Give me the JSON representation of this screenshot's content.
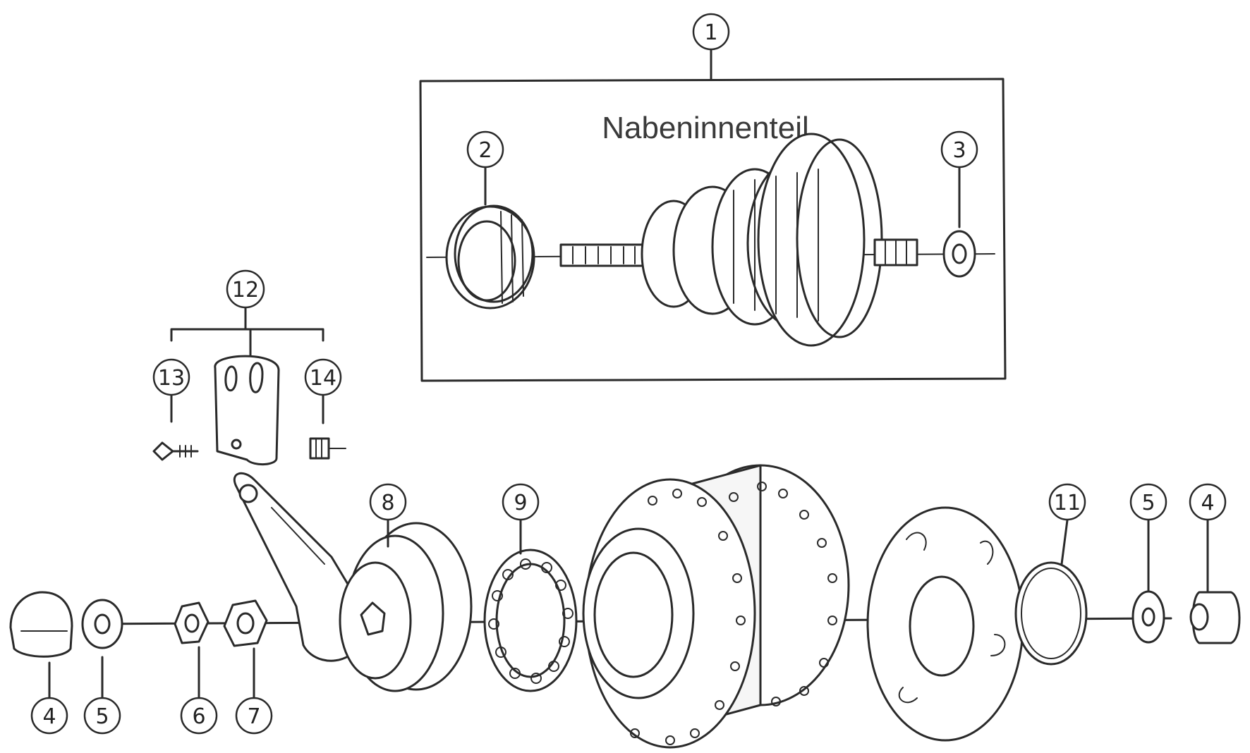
{
  "title": "Nabeninnenteil",
  "callouts": {
    "c1": "1",
    "c2": "2",
    "c3": "3",
    "c4a": "4",
    "c5a": "5",
    "c6": "6",
    "c7": "7",
    "c8": "8",
    "c9": "9",
    "c11": "11",
    "c5b": "5",
    "c4b": "4",
    "c12": "12",
    "c13": "13",
    "c14": "14"
  },
  "colors": {
    "ink": "#2a2a2a",
    "paper": "#ffffff"
  }
}
